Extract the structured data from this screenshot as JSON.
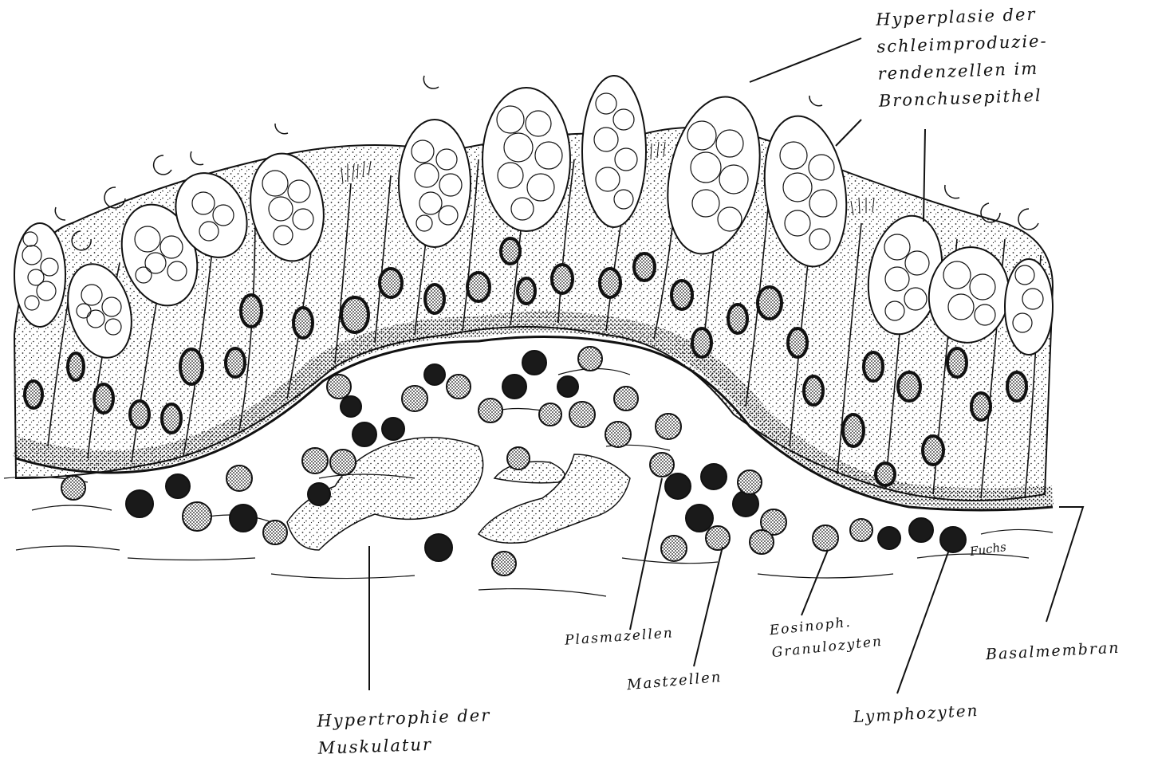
{
  "labels": {
    "hyperplasie": "Hyperplasie der\nschleimproduzie-\nrendenzellen im\nBronchusepithel",
    "hypertrophie": "Hypertrophie der\nMuskulatur",
    "plasmazellen": "Plasmazellen",
    "mastzellen": "Mastzellen",
    "eosinophile": "Eosinoph.\nGranulozyten",
    "lymphozyten": "Lymphozyten",
    "basalmembran": "Basalmembran",
    "signature": "Fuchs"
  },
  "colors": {
    "ink": "#111111",
    "paper": "#ffffff"
  }
}
